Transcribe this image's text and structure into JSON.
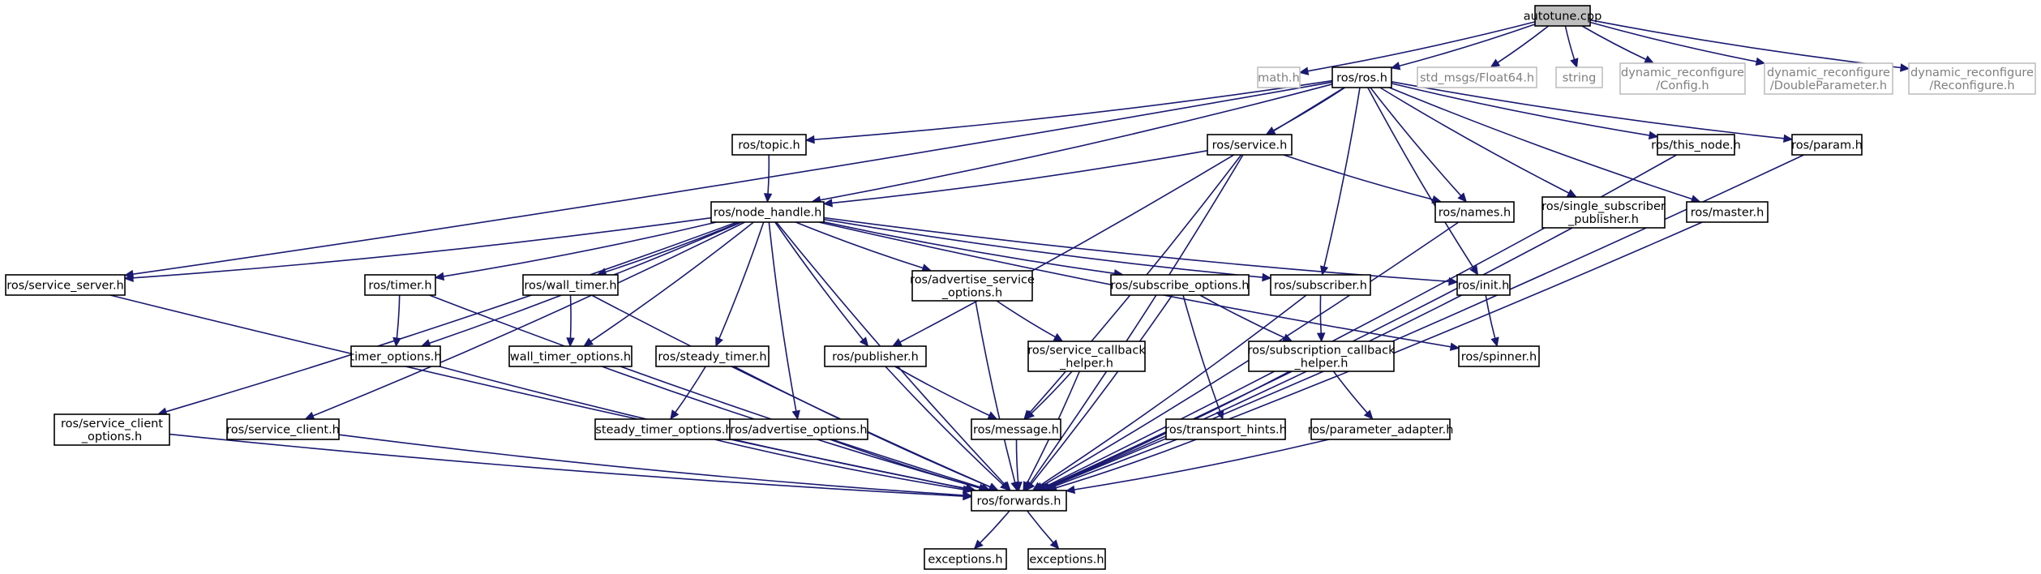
{
  "colors": {
    "edge": "#191970",
    "root_fill": "#bfbfbf",
    "external_border": "#bfbfbf",
    "external_text": "#7f7f7f"
  },
  "nodes": [
    {
      "id": "autotune",
      "lines": [
        "autotune.cpp"
      ],
      "kind": "root"
    },
    {
      "id": "math",
      "lines": [
        "math.h"
      ],
      "kind": "external"
    },
    {
      "id": "ros",
      "lines": [
        "ros/ros.h"
      ],
      "kind": "file"
    },
    {
      "id": "float64",
      "lines": [
        "std_msgs/Float64.h"
      ],
      "kind": "external"
    },
    {
      "id": "string",
      "lines": [
        "string"
      ],
      "kind": "external"
    },
    {
      "id": "dynconfig",
      "lines": [
        "dynamic_reconfigure",
        "/Config.h"
      ],
      "kind": "external"
    },
    {
      "id": "dyndouble",
      "lines": [
        "dynamic_reconfigure",
        "/DoubleParameter.h"
      ],
      "kind": "external"
    },
    {
      "id": "dynreconf",
      "lines": [
        "dynamic_reconfigure",
        "/Reconfigure.h"
      ],
      "kind": "external"
    },
    {
      "id": "topic",
      "lines": [
        "ros/topic.h"
      ],
      "kind": "file"
    },
    {
      "id": "service",
      "lines": [
        "ros/service.h"
      ],
      "kind": "file"
    },
    {
      "id": "this_node",
      "lines": [
        "ros/this_node.h"
      ],
      "kind": "file"
    },
    {
      "id": "param",
      "lines": [
        "ros/param.h"
      ],
      "kind": "file"
    },
    {
      "id": "node_handle",
      "lines": [
        "ros/node_handle.h"
      ],
      "kind": "file"
    },
    {
      "id": "names",
      "lines": [
        "ros/names.h"
      ],
      "kind": "file"
    },
    {
      "id": "single_sub",
      "lines": [
        "ros/single_subscriber",
        "_publisher.h"
      ],
      "kind": "file"
    },
    {
      "id": "master",
      "lines": [
        "ros/master.h"
      ],
      "kind": "file"
    },
    {
      "id": "service_server",
      "lines": [
        "ros/service_server.h"
      ],
      "kind": "file"
    },
    {
      "id": "timer",
      "lines": [
        "ros/timer.h"
      ],
      "kind": "file"
    },
    {
      "id": "wall_timer",
      "lines": [
        "ros/wall_timer.h"
      ],
      "kind": "file"
    },
    {
      "id": "adv_service_opts",
      "lines": [
        "ros/advertise_service",
        "_options.h"
      ],
      "kind": "file"
    },
    {
      "id": "subscribe_opts",
      "lines": [
        "ros/subscribe_options.h"
      ],
      "kind": "file"
    },
    {
      "id": "subscriber",
      "lines": [
        "ros/subscriber.h"
      ],
      "kind": "file"
    },
    {
      "id": "init",
      "lines": [
        "ros/init.h"
      ],
      "kind": "file"
    },
    {
      "id": "timer_opts",
      "lines": [
        "timer_options.h"
      ],
      "kind": "file"
    },
    {
      "id": "wall_timer_opts",
      "lines": [
        "wall_timer_options.h"
      ],
      "kind": "file"
    },
    {
      "id": "steady_timer",
      "lines": [
        "ros/steady_timer.h"
      ],
      "kind": "file"
    },
    {
      "id": "publisher",
      "lines": [
        "ros/publisher.h"
      ],
      "kind": "file"
    },
    {
      "id": "service_cb_helper",
      "lines": [
        "ros/service_callback",
        "_helper.h"
      ],
      "kind": "file"
    },
    {
      "id": "sub_cb_helper",
      "lines": [
        "ros/subscription_callback",
        "_helper.h"
      ],
      "kind": "file"
    },
    {
      "id": "spinner",
      "lines": [
        "ros/spinner.h"
      ],
      "kind": "file"
    },
    {
      "id": "service_client_opts",
      "lines": [
        "ros/service_client",
        "_options.h"
      ],
      "kind": "file"
    },
    {
      "id": "service_client",
      "lines": [
        "ros/service_client.h"
      ],
      "kind": "file"
    },
    {
      "id": "steady_timer_opts",
      "lines": [
        "steady_timer_options.h"
      ],
      "kind": "file"
    },
    {
      "id": "advertise_opts",
      "lines": [
        "ros/advertise_options.h"
      ],
      "kind": "file"
    },
    {
      "id": "message",
      "lines": [
        "ros/message.h"
      ],
      "kind": "file"
    },
    {
      "id": "transport_hints",
      "lines": [
        "ros/transport_hints.h"
      ],
      "kind": "file"
    },
    {
      "id": "param_adapter",
      "lines": [
        "ros/parameter_adapter.h"
      ],
      "kind": "file"
    },
    {
      "id": "forwards",
      "lines": [
        "ros/forwards.h"
      ],
      "kind": "file"
    },
    {
      "id": "exceptions1",
      "lines": [
        "exceptions.h"
      ],
      "kind": "file"
    },
    {
      "id": "exceptions2",
      "lines": [
        "exceptions.h"
      ],
      "kind": "file"
    }
  ],
  "edges": [
    [
      "autotune",
      "math"
    ],
    [
      "autotune",
      "ros"
    ],
    [
      "autotune",
      "float64"
    ],
    [
      "autotune",
      "string"
    ],
    [
      "autotune",
      "dynconfig"
    ],
    [
      "autotune",
      "dyndouble"
    ],
    [
      "autotune",
      "dynreconf"
    ],
    [
      "ros",
      "topic"
    ],
    [
      "ros",
      "service"
    ],
    [
      "ros",
      "this_node"
    ],
    [
      "ros",
      "param"
    ],
    [
      "ros",
      "node_handle"
    ],
    [
      "ros",
      "names"
    ],
    [
      "ros",
      "single_sub"
    ],
    [
      "ros",
      "master"
    ],
    [
      "ros",
      "service_server"
    ],
    [
      "ros",
      "subscriber"
    ],
    [
      "ros",
      "init"
    ],
    [
      "ros",
      "publisher"
    ],
    [
      "topic",
      "node_handle"
    ],
    [
      "service",
      "node_handle"
    ],
    [
      "service",
      "names"
    ],
    [
      "service",
      "message"
    ],
    [
      "service",
      "forwards"
    ],
    [
      "this_node",
      "forwards"
    ],
    [
      "param",
      "forwards"
    ],
    [
      "names",
      "forwards"
    ],
    [
      "single_sub",
      "forwards"
    ],
    [
      "master",
      "forwards"
    ],
    [
      "node_handle",
      "service_server"
    ],
    [
      "node_handle",
      "timer"
    ],
    [
      "node_handle",
      "wall_timer"
    ],
    [
      "node_handle",
      "adv_service_opts"
    ],
    [
      "node_handle",
      "subscribe_opts"
    ],
    [
      "node_handle",
      "subscriber"
    ],
    [
      "node_handle",
      "init"
    ],
    [
      "node_handle",
      "timer_opts"
    ],
    [
      "node_handle",
      "wall_timer_opts"
    ],
    [
      "node_handle",
      "steady_timer"
    ],
    [
      "node_handle",
      "publisher"
    ],
    [
      "node_handle",
      "spinner"
    ],
    [
      "node_handle",
      "service_client_opts"
    ],
    [
      "node_handle",
      "service_client"
    ],
    [
      "node_handle",
      "advertise_opts"
    ],
    [
      "node_handle",
      "forwards"
    ],
    [
      "service_server",
      "forwards"
    ],
    [
      "timer",
      "timer_opts"
    ],
    [
      "timer",
      "forwards"
    ],
    [
      "wall_timer",
      "wall_timer_opts"
    ],
    [
      "wall_timer",
      "forwards"
    ],
    [
      "adv_service_opts",
      "service_cb_helper"
    ],
    [
      "adv_service_opts",
      "forwards"
    ],
    [
      "subscribe_opts",
      "sub_cb_helper"
    ],
    [
      "subscribe_opts",
      "transport_hints"
    ],
    [
      "subscribe_opts",
      "forwards"
    ],
    [
      "subscriber",
      "sub_cb_helper"
    ],
    [
      "subscriber",
      "forwards"
    ],
    [
      "init",
      "spinner"
    ],
    [
      "init",
      "forwards"
    ],
    [
      "timer_opts",
      "forwards"
    ],
    [
      "wall_timer_opts",
      "forwards"
    ],
    [
      "steady_timer",
      "steady_timer_opts"
    ],
    [
      "steady_timer",
      "forwards"
    ],
    [
      "publisher",
      "message"
    ],
    [
      "publisher",
      "forwards"
    ],
    [
      "service_cb_helper",
      "message"
    ],
    [
      "service_cb_helper",
      "forwards"
    ],
    [
      "sub_cb_helper",
      "param_adapter"
    ],
    [
      "sub_cb_helper",
      "forwards"
    ],
    [
      "service_client_opts",
      "forwards"
    ],
    [
      "service_client",
      "forwards"
    ],
    [
      "steady_timer_opts",
      "forwards"
    ],
    [
      "advertise_opts",
      "forwards"
    ],
    [
      "message",
      "forwards"
    ],
    [
      "transport_hints",
      "forwards"
    ],
    [
      "param_adapter",
      "forwards"
    ],
    [
      "forwards",
      "exceptions1"
    ],
    [
      "forwards",
      "exceptions2"
    ]
  ]
}
